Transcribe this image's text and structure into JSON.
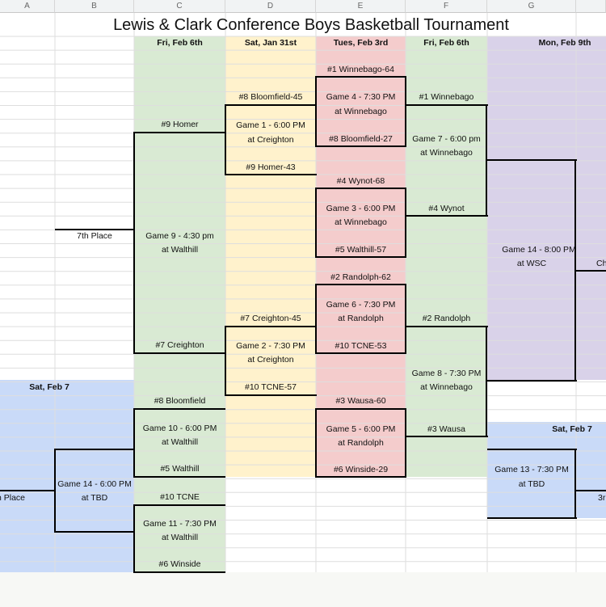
{
  "sheet": {
    "title": "Lewis & Clark Conference Boys Basketball Tournament",
    "columns": [
      "A",
      "B",
      "C",
      "D",
      "E",
      "F",
      "G"
    ]
  },
  "headers": {
    "c": "Fri, Feb 6th",
    "d": "Sat, Jan 31st",
    "e": "Tues, Feb 3rd",
    "f": "Fri, Feb 6th",
    "g": "Mon, Feb 9th",
    "ab_lower": "Sat, Feb 7",
    "g_lower": "Sat, Feb 7"
  },
  "colors": {
    "green": "#d9ead3",
    "yellow": "#fff2cc",
    "pink": "#f4cccc",
    "purple": "#d9d2e9",
    "blue": "#c9daf8"
  },
  "cells": {
    "b_7th": "7th Place",
    "a_place": "h Place",
    "c_homer": "#9 Homer",
    "c_game9": "Game 9 - 4:30 pm",
    "c_game9_loc": "at Walthill",
    "c_creighton": "#7 Creighton",
    "c_bloomfield": "#8 Bloomfield",
    "c_game10": "Game 10 - 6:00 PM",
    "c_game10_loc": "at Walthill",
    "c_walthill": "#5 Walthill",
    "c_tcne": "#10 TCNE",
    "c_game11": "Game 11 - 7:30 PM",
    "c_game11_loc": "at Walthill",
    "c_winside": "#6 Winside",
    "b_game14": "Game 14 - 6:00 PM",
    "b_game14_loc": "at TBD",
    "d_bloomfield": "#8 Bloomfield-45",
    "d_game1": "Game 1 - 6:00 PM",
    "d_game1_loc": "at Creighton",
    "d_homer": "#9 Homer-43",
    "d_creighton": "#7 Creighton-45",
    "d_game2": "Game 2 - 7:30 PM",
    "d_game2_loc": "at Creighton",
    "d_tcne": "#10 TCNE-57",
    "e_winnebago": "#1 Winnebago-64",
    "e_game4": "Game 4 - 7:30 PM",
    "e_game4_loc": "at Winnebago",
    "e_bloomfield": "#8 Bloomfield-27",
    "e_wynot": "#4 Wynot-68",
    "e_game3": "Game 3 - 6:00 PM",
    "e_game3_loc": "at Winnebago",
    "e_walthill": "#5 Walthill-57",
    "e_randolph": "#2 Randolph-62",
    "e_game6": "Game 6 - 7:30 PM",
    "e_game6_loc": "at Randolph",
    "e_tcne": "#10 TCNE-53",
    "e_wausa": "#3 Wausa-60",
    "e_game5": "Game 5 - 6:00 PM",
    "e_game5_loc": "at Randolph",
    "e_winside": "#6 Winside-29",
    "f_winnebago": "#1 Winnebago",
    "f_game7": "Game 7 - 6:00 pm",
    "f_game7_loc": "at Winnebago",
    "f_wynot": "#4 Wynot",
    "f_randolph": "#2 Randolph",
    "f_game8": "Game 8 - 7:30 PM",
    "f_game8_loc": "at Winnebago",
    "f_wausa": "#3 Wausa",
    "g_game14": "Game 14 - 8:00 PM",
    "g_game14_loc": "at WSC",
    "g_cut": "Ch",
    "g_game13": "Game 13 - 7:30 PM",
    "g_game13_loc": "at TBD",
    "g_cut2": "3r"
  }
}
